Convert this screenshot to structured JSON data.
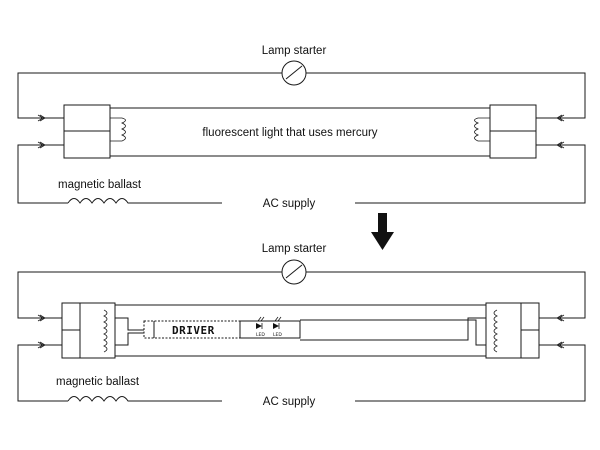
{
  "top_circuit": {
    "starter_label": "Lamp starter",
    "tube_label": "fluorescent light that uses mercury",
    "ballast_label": "magnetic ballast",
    "supply_label": "AC supply"
  },
  "bottom_circuit": {
    "starter_label": "Lamp starter",
    "driver_label": "DRIVER",
    "led_label_1": "LED",
    "led_label_2": "LED",
    "ballast_label": "magnetic ballast",
    "supply_label": "AC supply"
  },
  "arrow": {
    "icon": "down-arrow-icon"
  }
}
